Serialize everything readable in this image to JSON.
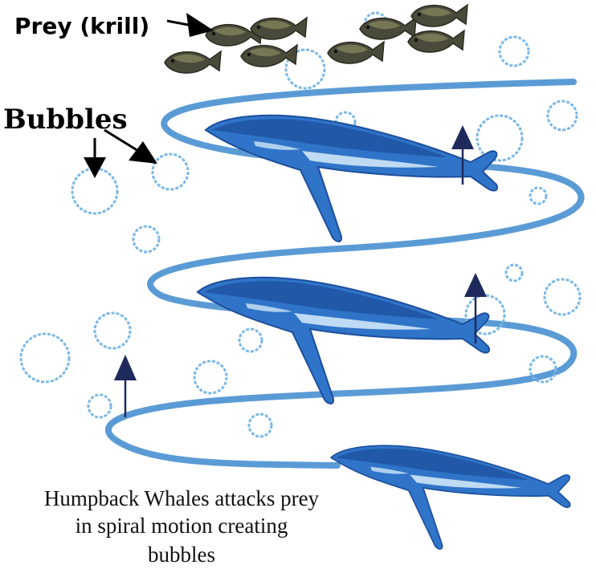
{
  "labels": {
    "prey": "Prey (krill)",
    "bubbles": "Bubbles"
  },
  "caption": {
    "line1": "Humpback Whales attacks prey",
    "line2": "in spiral motion creating",
    "line3": "bubbles"
  },
  "icons": {
    "whale": "humpback-whale-icon",
    "fish": "krill-fish-icon",
    "bubble": "bubble-ring-icon",
    "arrow": "upward-arrow-icon"
  },
  "colors": {
    "spiral": "#5b9bd5",
    "bubble": "#7ab8e6",
    "whale_dark": "#1d4f9c",
    "whale_mid": "#2f74c8",
    "whale_light": "#cfe6f7",
    "arrow": "#1f2a5c",
    "fish_body": "#4a4a3a",
    "label": "#000000"
  }
}
